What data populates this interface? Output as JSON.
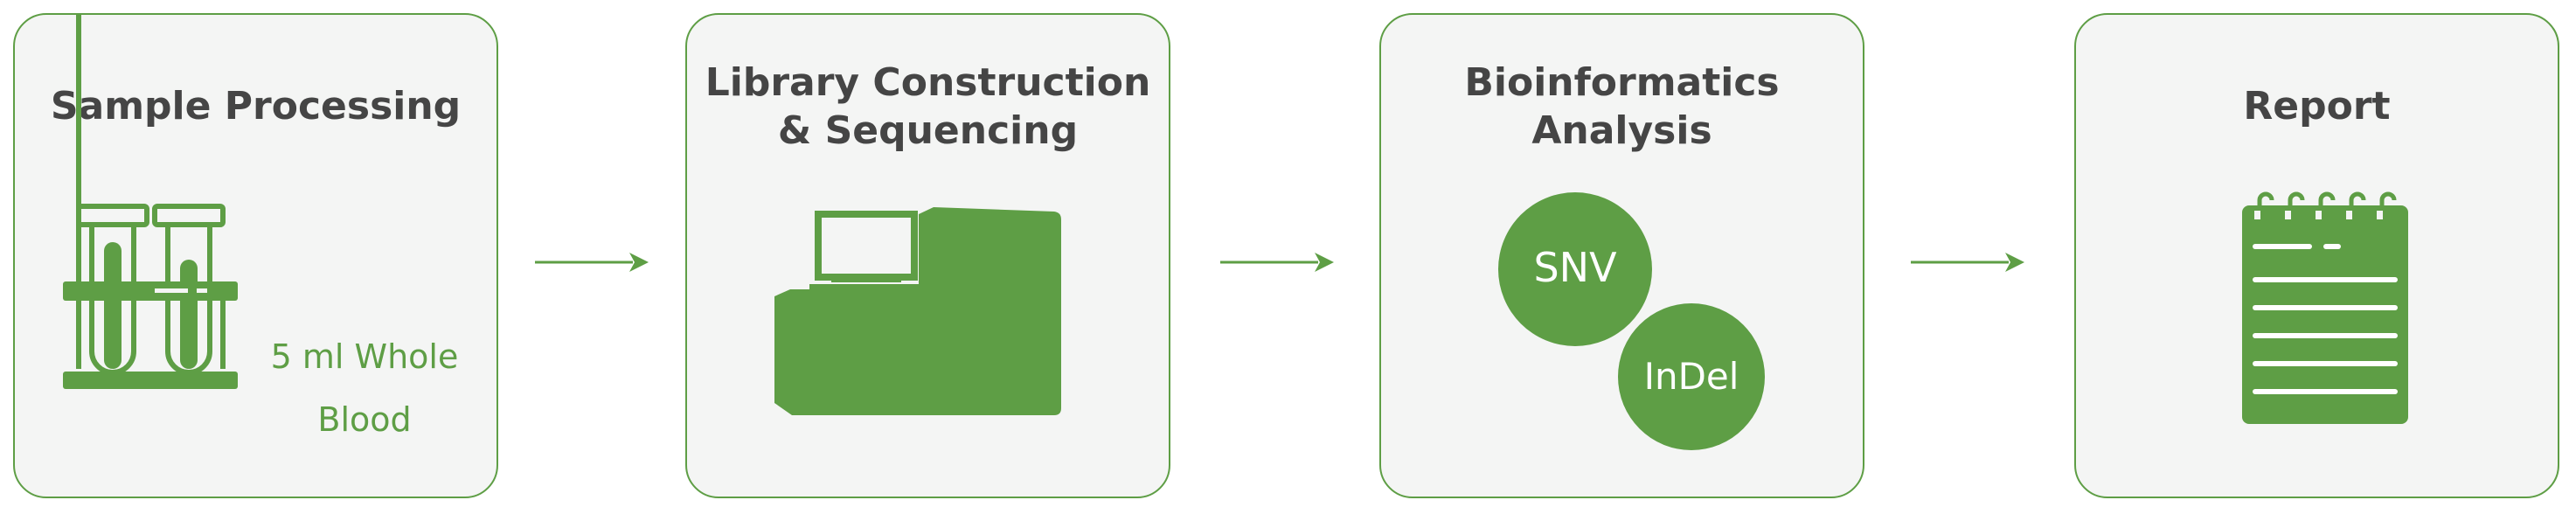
{
  "steps": [
    {
      "title": "Sample Processing",
      "icon": "test-tubes-icon",
      "label": "5 ml Whole\nBlood"
    },
    {
      "title": "Library Construction\n& Sequencing",
      "icon": "sequencer-icon"
    },
    {
      "title": "Bioinformatics\nAnalysis",
      "icon": "variant-circles-icon",
      "variants": [
        "SNV",
        "InDel"
      ]
    },
    {
      "title": "Report",
      "icon": "report-notepad-icon"
    }
  ],
  "colors": {
    "accent": "#5e9e45",
    "card_background": "#f4f5f4",
    "title_text": "#454545"
  }
}
